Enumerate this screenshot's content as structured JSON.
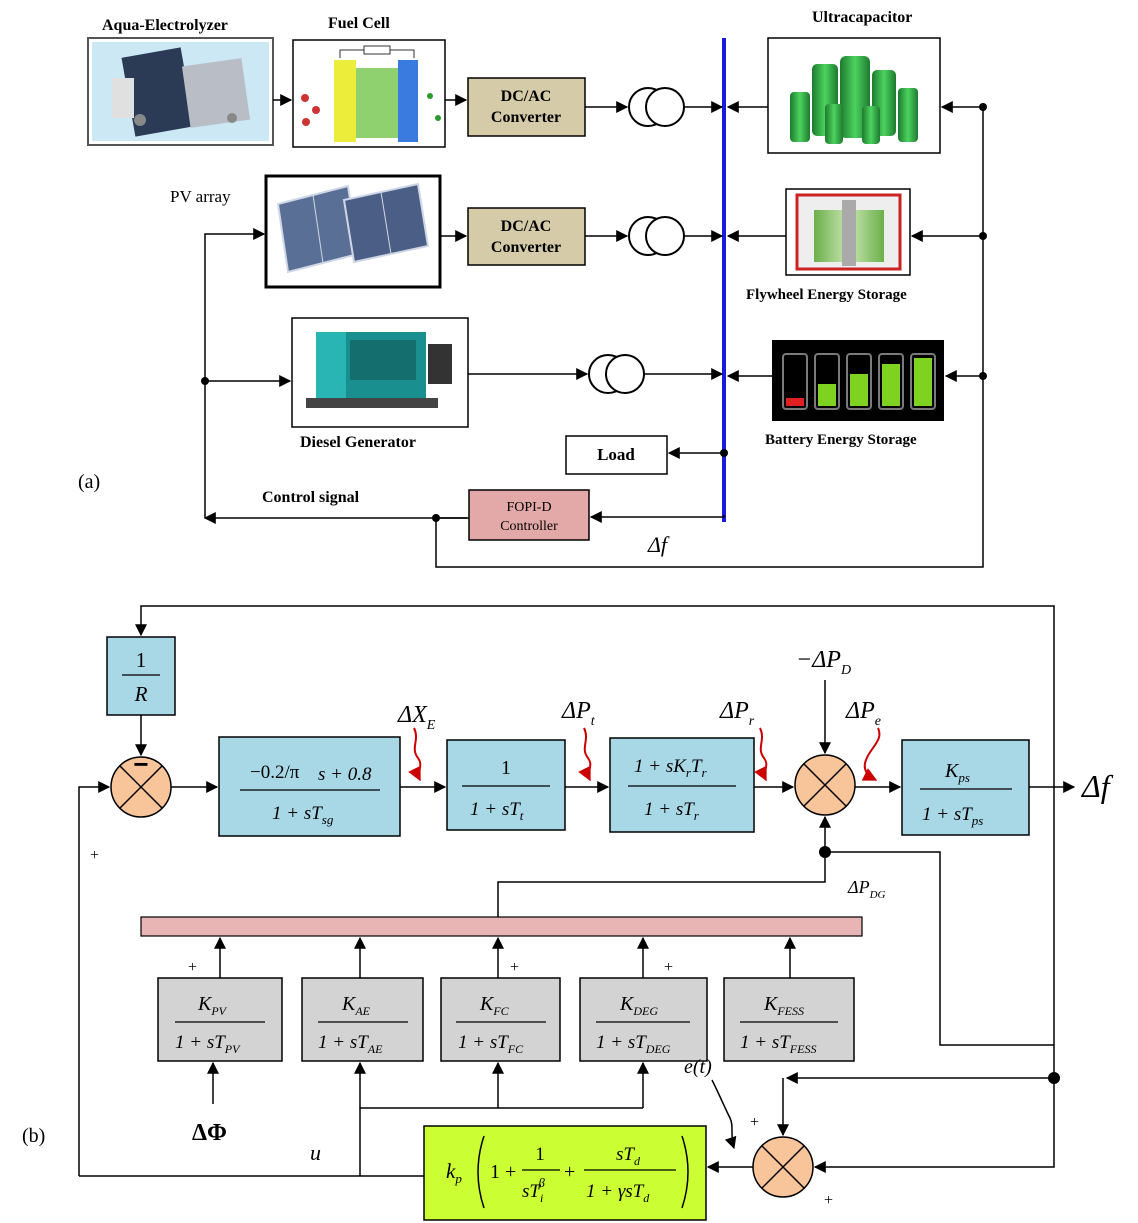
{
  "part_a": {
    "label": "(a)",
    "aqua_electrolyzer": "Aqua-Electrolyzer",
    "fuel_cell": "Fuel Cell",
    "converter_line1": "DC/AC",
    "converter_line2": "Converter",
    "pv_array": "PV array",
    "diesel_generator": "Diesel Generator",
    "ultracapacitor": "Ultracapacitor",
    "flywheel": "Flywheel Energy Storage",
    "battery": "Battery Energy Storage",
    "load": "Load",
    "controller_line1": "FOPI-D",
    "controller_line2": "Controller",
    "control_signal": "Control signal",
    "delta_f": "Δf"
  },
  "part_b": {
    "label": "(b)",
    "r_block": {
      "num": "1",
      "den": "R"
    },
    "sign_plus": "+",
    "sign_minus": "−",
    "governor": {
      "num_lead": "−0.2/π",
      "num_tail": "s + 0.8",
      "den": "1 + sT",
      "den_sub": "sg"
    },
    "turbine": {
      "num": "1",
      "den": "1 + sT",
      "den_sub": "t"
    },
    "reheat": {
      "num": "1 + sK",
      "num_sub": "r",
      "num_mid": "T",
      "num_sub2": "r",
      "den": "1 + sT",
      "den_sub": "r"
    },
    "power_system": {
      "num": "K",
      "num_sub": "ps",
      "den": "1 + sT",
      "den_sub": "ps"
    },
    "disturbances": {
      "dxe": "ΔX",
      "dxe_sub": "E",
      "dpt": "ΔP",
      "dpt_sub": "t",
      "dpr": "ΔP",
      "dpr_sub": "r",
      "dpe": "ΔP",
      "dpe_sub": "e",
      "dpd": "−ΔP",
      "dpd_sub": "D",
      "dpdg": "ΔP",
      "dpdg_sub": "DG"
    },
    "output": "Δf",
    "source_blocks": [
      {
        "k": "K",
        "sub": "PV",
        "den": "1 + sT"
      },
      {
        "k": "K",
        "sub": "AE",
        "den": "1 + sT"
      },
      {
        "k": "K",
        "sub": "FC",
        "den": "1 + sT"
      },
      {
        "k": "K",
        "sub": "DEG",
        "den": "1 + sT"
      },
      {
        "k": "K",
        "sub": "FESS",
        "den": "1 + sT"
      }
    ],
    "delta_phi": "ΔΦ",
    "u_label": "u",
    "error_label": "e(t)",
    "controller": {
      "kp": "k",
      "kp_sub": "p",
      "one": "1 +",
      "i_num": "1",
      "i_den": "sT",
      "i_sub": "i",
      "i_sup": "β",
      "plus": "+",
      "d_num": "sT",
      "d_num_sub": "d",
      "d_den": "1 + γsT",
      "d_den_sub": "d"
    }
  },
  "colors": {
    "converter": "#d5cba8",
    "controller_a": "#e3a8a8",
    "bus": "#1a1adb",
    "block_b": "#a8d8e6",
    "summer": "#f8c49a",
    "source_b": "#d3d3d3",
    "bar": "#e8b4b4",
    "controller_b": "#ccff33"
  }
}
